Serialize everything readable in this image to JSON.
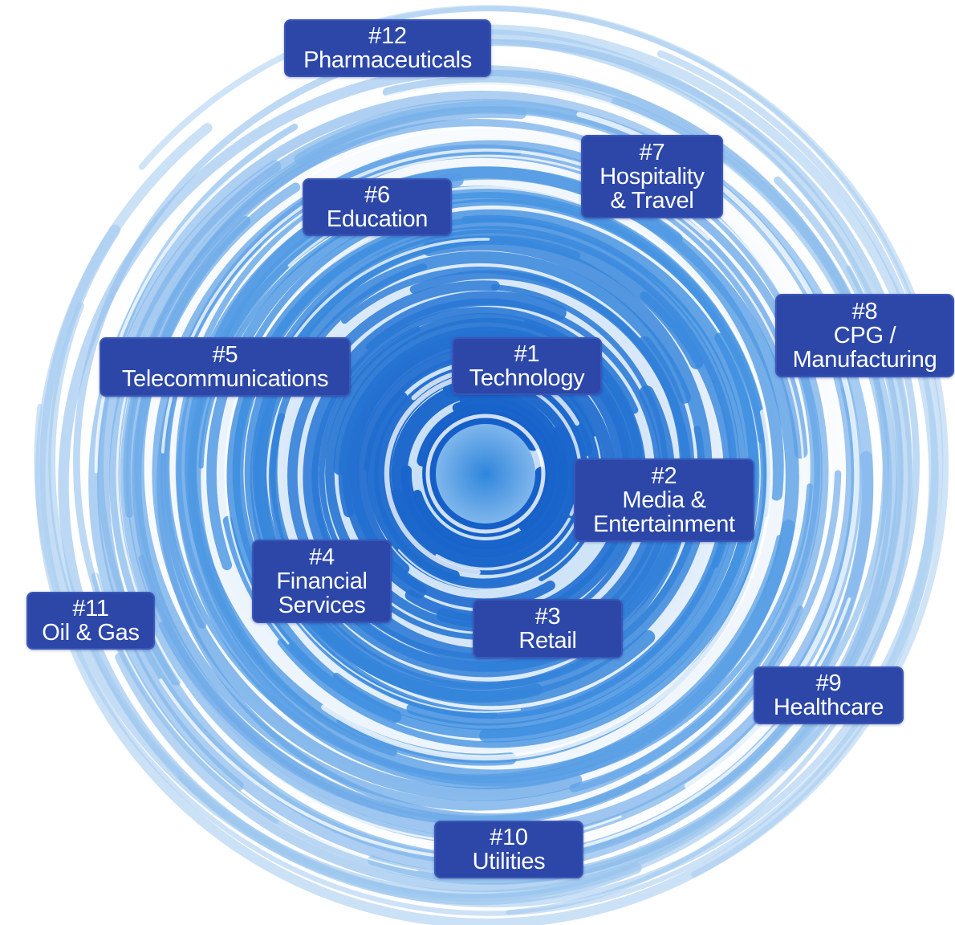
{
  "colors": {
    "label_fill": "#2c47a8",
    "label_border": "#3a56b8",
    "label_text": "#ffffff",
    "swirl_dark": "#1560c8",
    "swirl_mid": "#3d8ee0",
    "swirl_light": "#a9cdf0",
    "center": "#4a9be6"
  },
  "industries": [
    {
      "rank": "#1",
      "lines": [
        "Technology"
      ]
    },
    {
      "rank": "#2",
      "lines": [
        "Media &",
        "Entertainment"
      ]
    },
    {
      "rank": "#3",
      "lines": [
        "Retail"
      ]
    },
    {
      "rank": "#4",
      "lines": [
        "Financial",
        "Services"
      ]
    },
    {
      "rank": "#5",
      "lines": [
        "Telecommunications"
      ]
    },
    {
      "rank": "#6",
      "lines": [
        "Education"
      ]
    },
    {
      "rank": "#7",
      "lines": [
        "Hospitality",
        "& Travel"
      ]
    },
    {
      "rank": "#8",
      "lines": [
        "CPG /",
        "Manufacturing"
      ]
    },
    {
      "rank": "#9",
      "lines": [
        "Healthcare"
      ]
    },
    {
      "rank": "#10",
      "lines": [
        "Utilities"
      ]
    },
    {
      "rank": "#11",
      "lines": [
        "Oil & Gas"
      ]
    },
    {
      "rank": "#12",
      "lines": [
        "Pharmaceuticals"
      ]
    }
  ]
}
